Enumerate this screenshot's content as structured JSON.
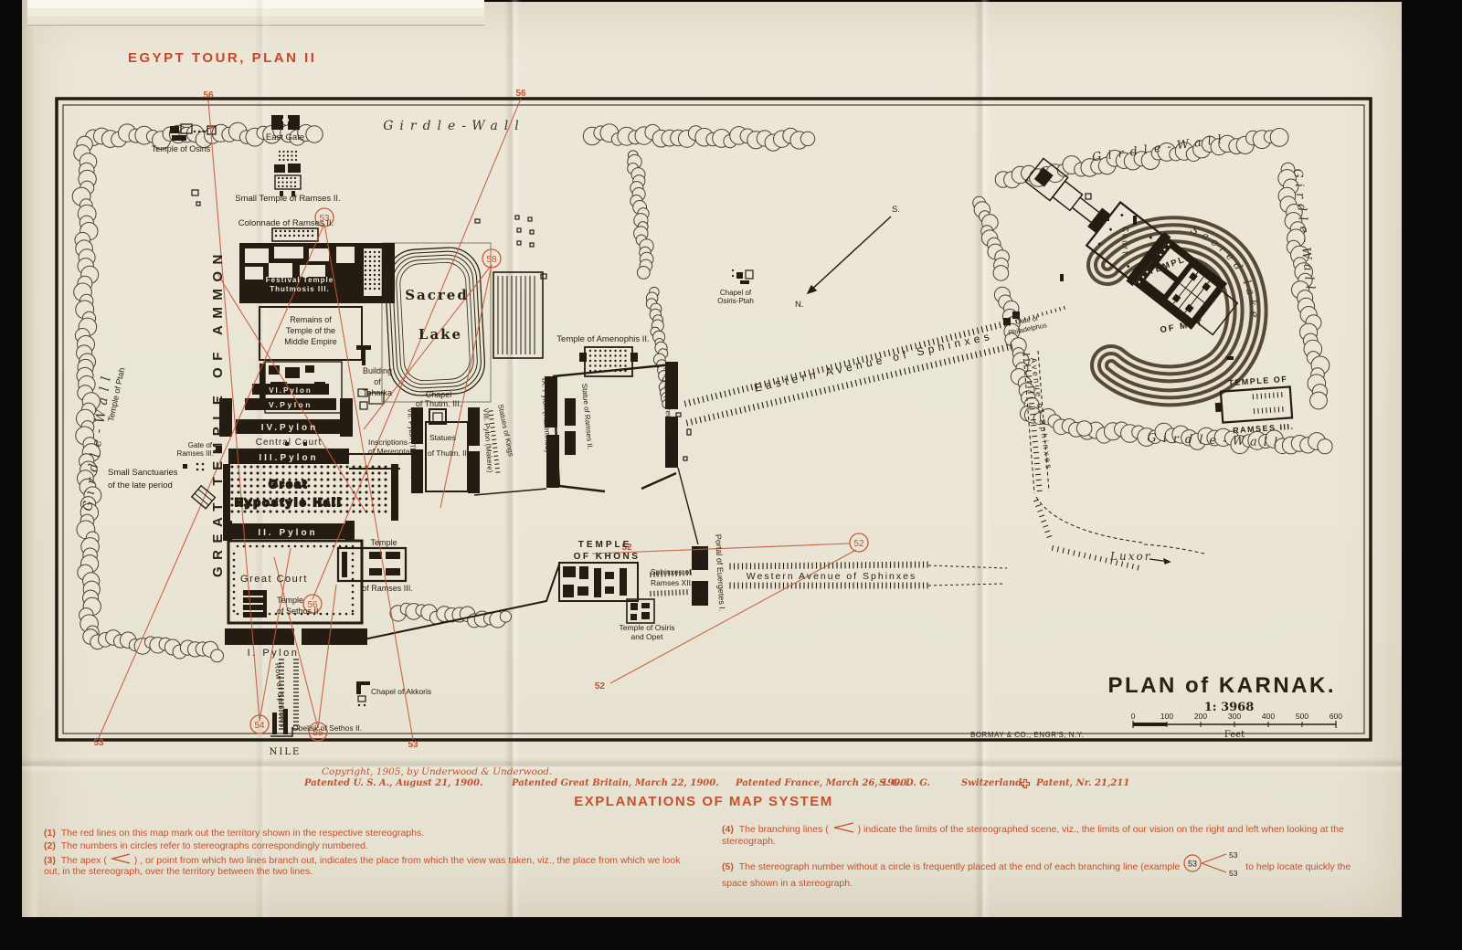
{
  "page": {
    "header_title": "EGYPT TOUR, PLAN II"
  },
  "labels": {
    "girdle_top": "Girdle-Wall",
    "girdle_left": "Girdle-Wall",
    "mut_girdle_top": "Girdle-Wall",
    "mut_girdle_right": "Girdle-Wall",
    "mut_girdle_bottom": "Girdle-Wall",
    "east_gate": "East Gate",
    "temple_osiris": "Temple of Osiris",
    "small_temple_ramses2": "Small Temple of Ramses II.",
    "colonnade_ramses2": "Colonnade of Ramses II.",
    "festival_1": "Festival Temple",
    "festival_2": "Thutmosis III.",
    "remains_1": "Remains of",
    "remains_2": "Temple of the",
    "remains_3": "Middle Empire",
    "great_temple_ammon": "GREAT TEMPLE OF AMMON",
    "temple_ptah": "Temple of Ptah",
    "gate_ramses3_1": "Gate of",
    "gate_ramses3_2": "Ramses III.",
    "sanctuaries_1": "Small Sanctuaries",
    "sanctuaries_2": "of the late period",
    "pylon6": "VI.Pylon",
    "pylon5": "V.Pylon",
    "pylon4": "IV.Pylon",
    "central_court": "Central Court",
    "pylon3": "III.Pylon",
    "hypostyle_1": "Great",
    "hypostyle_2": "Hypostyle Hall",
    "pylon2": "II. Pylon",
    "great_court": "Great Court",
    "sethos_1": "Temple",
    "sethos_2": "of Sethos II.",
    "ramses3_court_1": "Temple",
    "ramses3_court_2": "of Ramses III.",
    "pylon1": "I. Pylon",
    "row_sphinxes": "Row of Sphinxes",
    "obelisk": "Obelisk of Sethos II.",
    "chapel_akkoris": "Chapel of Akkoris",
    "nile": "NILE",
    "building_taharka_1": "Building",
    "building_taharka_2": "of",
    "building_taharka_3": "Taharka",
    "chapel_thutm_1": "Chapel",
    "chapel_thutm_2": "of Thutm. III.",
    "lake_1": "Sacred",
    "lake_2": "Lake",
    "inscr_1": "Inscriptions",
    "inscr_2": "of Merenptah",
    "statues_1": "Statues",
    "statues_2": "of Thutm. III.",
    "pylon7": "VII. Pylon (Thutm. III.)",
    "pylon8": "VIII. Pylon (Makere)",
    "statues_kings": "Statues of Kings",
    "pylon9": "IX. Pylon (Haremheb)",
    "pylon10": "X. Pylon (Haremheb)",
    "statue_ramses2": "Statue of Ramses II.",
    "temple_amenophis": "Temple of Amenophis II.",
    "khons_1": "TEMPLE",
    "khons_2": "OF KHONS",
    "sphinxes_r12_1": "Sphinxes of",
    "sphinxes_r12_2": "Ramses XII.",
    "portal_euergetes": "Portal of Euergetes I.",
    "osiris_opet_1": "Temple of Osiris",
    "osiris_opet_2": "and Opet",
    "western_avenue": "Western Avenue of Sphinxes",
    "eastern_avenue": "Eastern Avenue of Sphinxes",
    "gate_phil_1": "Gate of",
    "gate_phil_2": "Philadelphus",
    "avenue_sphinxes": "Avenue of Sphinxes",
    "chapel_op_1": "Chapel of",
    "chapel_op_2": "Osiris-Ptah",
    "north": "N.",
    "south": "S.",
    "luxor": "Luxor",
    "mut_court": "Court",
    "mut_temple_1": "TEMPLE",
    "mut_temple_2": "OF MUT",
    "mut_lake": "Sacred lake",
    "mut_ramses3_1": "TEMPLE OF",
    "mut_ramses3_2": "RAMSES III."
  },
  "stereo": {
    "c52": "52",
    "c53": "53",
    "c54": "54",
    "c55": "55",
    "c56": "56",
    "c58": "58",
    "p56a": "56",
    "p56b": "56",
    "p53a": "53",
    "p53b": "53",
    "p52a": "52",
    "p52b": "52"
  },
  "titleblock": {
    "plan_title": "PLAN of KARNAK.",
    "scale_ratio": "1: 3968",
    "ticks": [
      "0",
      "100",
      "200",
      "300",
      "400",
      "500",
      "600"
    ],
    "unit": "Feet",
    "engraver": "BORMAY & CO., ENGR'S, N.Y."
  },
  "footer": {
    "copyright": "Copyright, 1905, by Underwood & Underwood.",
    "patent_usa": "Patented U. S. A., August 21, 1900.",
    "patent_gb": "Patented Great Britain, March 22, 1900.",
    "patent_fr": "Patented France, March 26, 1900.",
    "sgdg": "S. G. D. G.",
    "switzerland": "Switzerland,",
    "patent_ch": "Patent, Nr. 21,211",
    "title": "EXPLANATIONS OF MAP SYSTEM",
    "e1n": "(1)",
    "e1": "The red lines on this map mark out the territory shown in the respective stereographs.",
    "e2n": "(2)",
    "e2": "The numbers in circles refer to stereographs correspondingly numbered.",
    "e3n": "(3)",
    "e3a": "The apex  (",
    "e3b": ") , or point from which two lines branch out, indicates the place from which the view was taken, viz., the place from which we look out, in the stereograph, over the territory between the two lines.",
    "e4n": "(4)",
    "e4a": "The branching lines  (",
    "e4b": ") indicate the limits of the stereographed scene, viz., the limits of our vision on the right and left when looking at the stereograph.",
    "e5n": "(5)",
    "e5a": "The stereograph number without a circle is frequently placed at the end of each branching line (example",
    "e5b": "to help locate quickly the space shown in a stereograph.",
    "ex_circle": "53",
    "ex_top": "53",
    "ex_bottom": "53"
  }
}
